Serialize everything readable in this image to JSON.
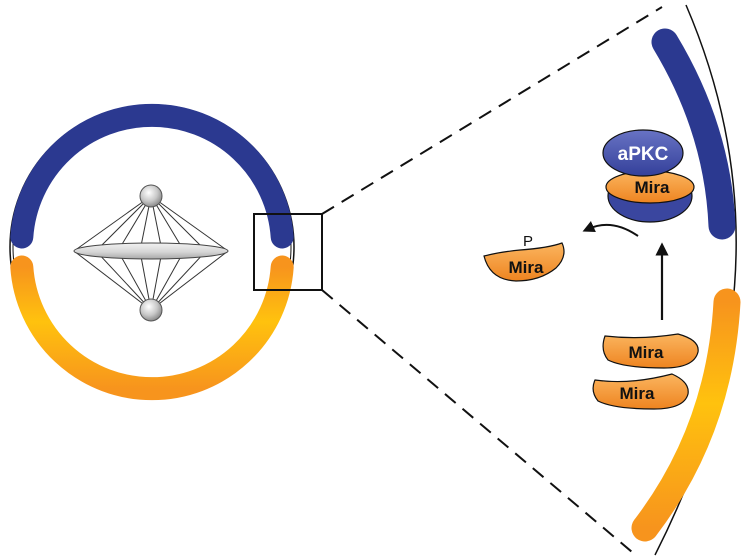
{
  "labels": {
    "apkc": "aPKC",
    "mira_bound": "Mira",
    "mira_phospho": "Mira",
    "phospho_mark": "P",
    "mira_cortex_1": "Mira",
    "mira_cortex_2": "Mira"
  },
  "colors": {
    "apical_blue": "#2b3990",
    "basal_orange": "#f7941d",
    "basal_yellow": "#ffd400",
    "mira_fill": "#f6962d",
    "apkc_fill": "#4a56b0"
  }
}
